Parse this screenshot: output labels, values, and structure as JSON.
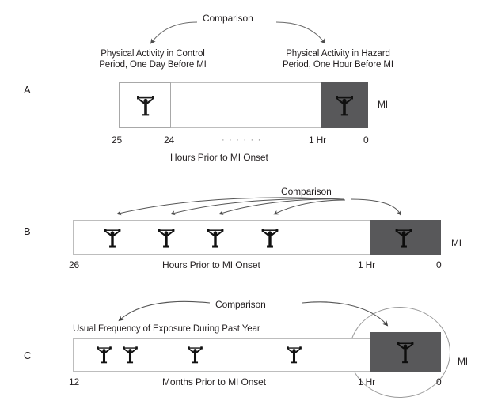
{
  "figure": {
    "title_icon": "weightlifter-figure-icon",
    "colors": {
      "ink": "#231f20",
      "bar_border": "#bdbdbd",
      "hazard_fill": "#58585a",
      "arrow": "#5a5a5a",
      "circle": "#9a9a9a"
    }
  },
  "panels": [
    {
      "letter": "A",
      "comparison_label": "Comparison",
      "captions": {
        "left": "Physical Activity in Control\nPeriod, One Day Before MI",
        "right": "Physical Activity in Hazard\nPeriod, One Hour Before MI"
      },
      "axis_title": "Hours Prior to MI Onset",
      "ticks": [
        "25",
        "24",
        "1 Hr",
        "0"
      ],
      "ellipsis": "· · · · · ·",
      "mi_label": "MI",
      "icons_control": 1,
      "icons_hazard": 1
    },
    {
      "letter": "B",
      "comparison_label": "Comparison",
      "axis_title": "Hours Prior to MI Onset",
      "ticks": [
        "26",
        "1 Hr",
        "0"
      ],
      "mi_label": "MI",
      "icons_control": 4,
      "icons_hazard": 1,
      "arrow_count": 5
    },
    {
      "letter": "C",
      "comparison_label": "Comparison",
      "captions": {
        "left": "Usual Frequency of Exposure During Past Year"
      },
      "axis_title": "Months Prior to MI Onset",
      "ticks": [
        "12",
        "1 Hr",
        "0"
      ],
      "mi_label": "MI",
      "icons_control": 4,
      "icons_hazard": 1,
      "arrow_count": 2
    }
  ]
}
